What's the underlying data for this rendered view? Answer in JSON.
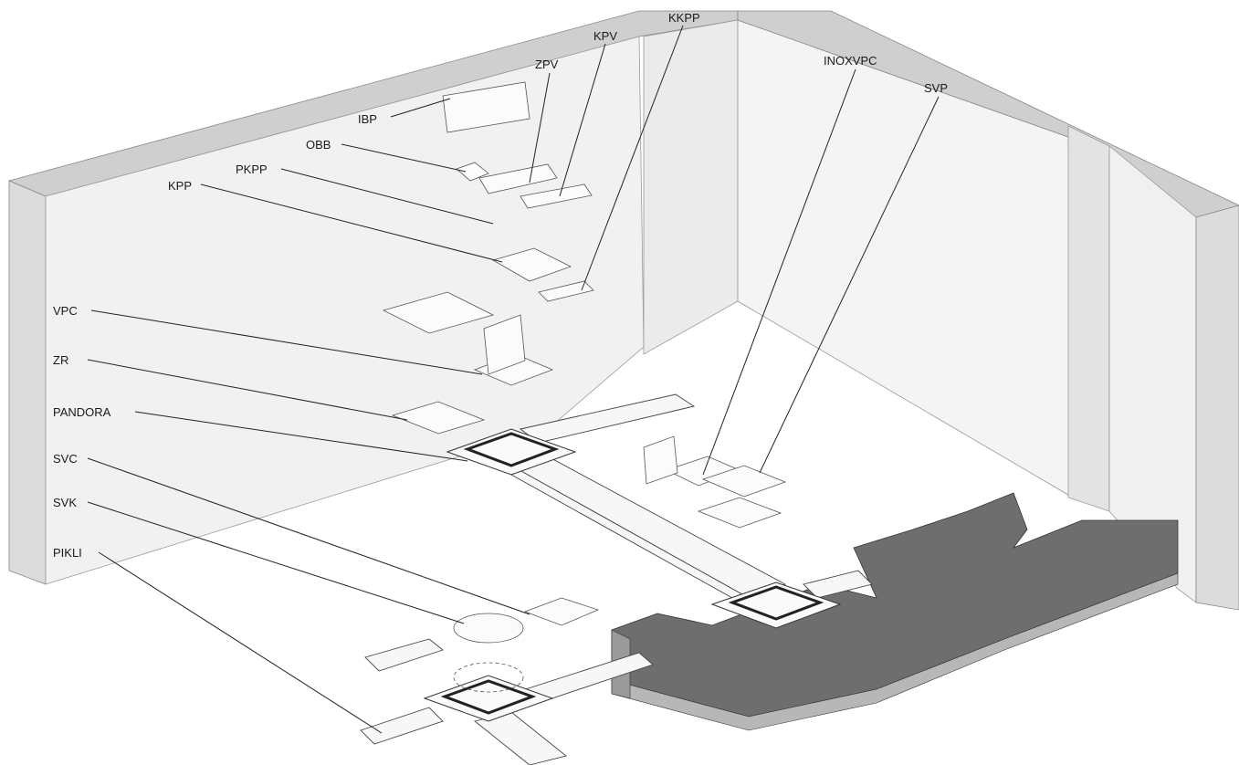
{
  "labels": {
    "ibp": "IBP",
    "obb": "OBB",
    "pkpp": "PKPP",
    "kpp": "KPP",
    "zpv": "ZPV",
    "kpv": "KPV",
    "kkpp": "KKPP",
    "inoxvpc": "INOXVPC",
    "svp": "SVP",
    "vpc": "VPC",
    "zr": "ZR",
    "pandora": "PANDORA",
    "svc": "SVC",
    "svk": "SVK",
    "pikli": "PIKLI"
  },
  "colors": {
    "wall_face": "#f2f2f2",
    "wall_top": "#cfcfcf",
    "wall_side": "#e2e2e2",
    "floor_slab": "#6e6e6e",
    "line": "#222222",
    "part": "#444444"
  }
}
